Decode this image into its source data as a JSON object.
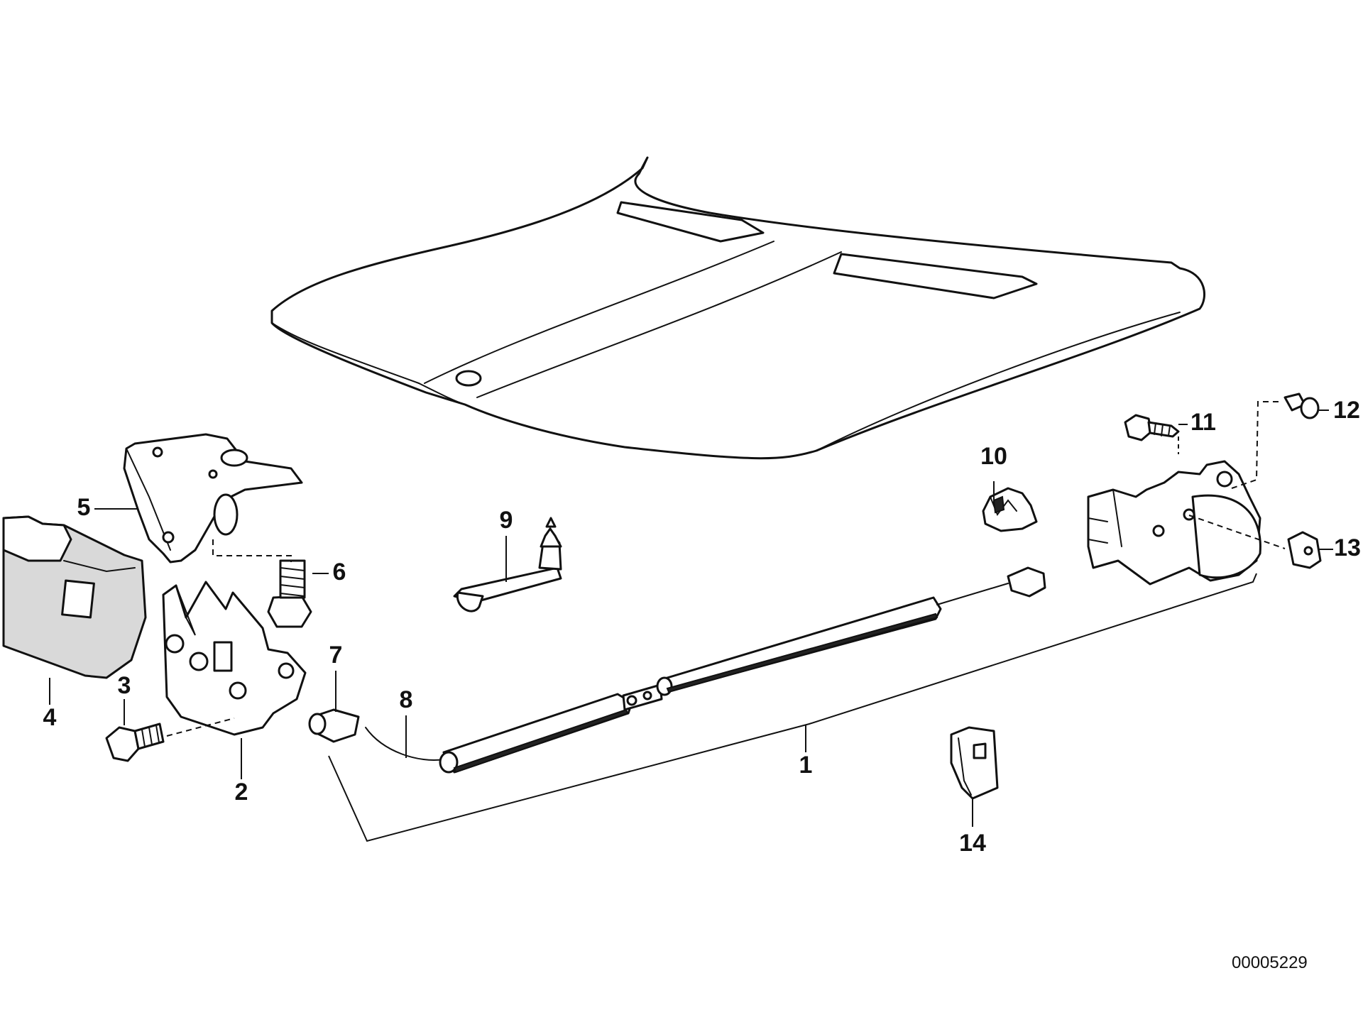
{
  "callouts": [
    {
      "id": "1",
      "label": "1"
    },
    {
      "id": "2",
      "label": "2"
    },
    {
      "id": "3",
      "label": "3"
    },
    {
      "id": "4",
      "label": "4"
    },
    {
      "id": "5",
      "label": "5"
    },
    {
      "id": "6",
      "label": "6"
    },
    {
      "id": "7",
      "label": "7"
    },
    {
      "id": "8",
      "label": "8"
    },
    {
      "id": "9",
      "label": "9"
    },
    {
      "id": "10",
      "label": "10"
    },
    {
      "id": "11",
      "label": "11"
    },
    {
      "id": "12",
      "label": "12"
    },
    {
      "id": "13",
      "label": "13"
    },
    {
      "id": "14",
      "label": "14"
    }
  ],
  "diagram_reference": "00005229"
}
